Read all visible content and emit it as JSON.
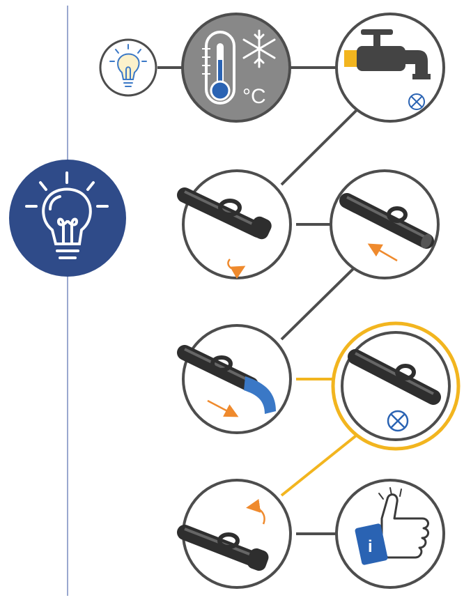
{
  "colors": {
    "line_blue": "#9aa8cf",
    "navy": "#2f4b89",
    "stroke_grey": "#4d4d4d",
    "dark_circle": "#888888",
    "pipe": "#3a3a3a",
    "highlight": "#f2b51f",
    "arrow_orange": "#ef8a2d",
    "water_blue": "#3a78c6",
    "sleeve_blue": "#2a63b3"
  },
  "icons": {
    "side_tip": "lightbulb-icon",
    "small_tip": "lightbulb-icon",
    "step_1": "thermometer-snowflake-icon",
    "step_2": "tap-closed-icon",
    "step_3": "pipe-cap-unscrew-icon",
    "step_4": "pipe-open-end-icon",
    "step_5": "pipe-draining-icon",
    "step_6": "pipe-no-water-icon",
    "step_7": "pipe-cap-refit-icon",
    "step_8": "thumbs-up-icon"
  },
  "steps": {
    "step_1": {
      "thermometer_unit": "°C"
    },
    "step_8": {
      "sleeve_text": "i"
    }
  },
  "highlighted_step": "step_6"
}
